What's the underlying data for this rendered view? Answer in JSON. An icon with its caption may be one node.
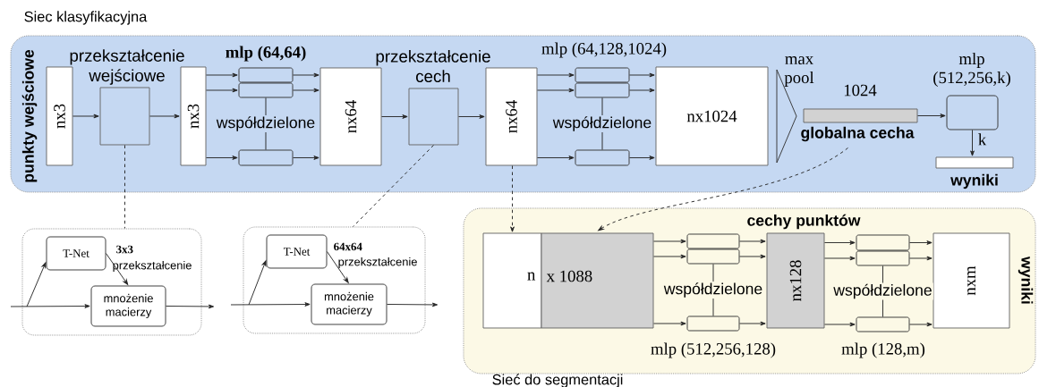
{
  "diagram": {
    "nodes": [
      {
        "text": [
          "Siec klasyfikacyjna",
          "punkty wejściowe"
        ]
      },
      {
        "text": [
          "nx3"
        ],
        "in": 0
      },
      {
        "text": [
          "przekształcenie wejściowe"
        ],
        "in": 0
      },
      {
        "text": [
          "nx3"
        ],
        "in": 0
      },
      {
        "text": [],
        "shape": "box",
        "in": 0,
        "beside": [
          "mlp (64,64)"
        ]
      },
      {
        "text": [],
        "shape": "box",
        "in": 0
      },
      {
        "text": [],
        "shape": "box",
        "in": 0
      },
      {
        "text": [
          "nx64"
        ],
        "in": 0
      },
      {
        "text": [
          "przekształcenie cech"
        ],
        "in": 0
      },
      {
        "text": [
          "nx64"
        ],
        "in": 0
      },
      {
        "text": [],
        "shape": "box",
        "in": 0,
        "beside": [
          "mlp (64,128,1024)"
        ]
      },
      {
        "text": [],
        "shape": "box",
        "in": 0
      },
      {
        "text": [],
        "shape": "box",
        "in": 0
      },
      {
        "text": [
          "nx1024"
        ],
        "in": 0
      },
      {
        "text": [],
        "shape": "triangle",
        "in": 0,
        "beside": [
          "max pool"
        ]
      },
      {
        "text": [
          "1024",
          "globalna cecha"
        ],
        "in": 0
      },
      {
        "text": [
          "mlp (512,256,k)"
        ],
        "in": 0
      },
      {
        "text": [
          "wyniki"
        ],
        "in": 0
      },
      {
        "text": [],
        "shape": "box"
      },
      {
        "text": [
          "T-Net"
        ],
        "in": 18,
        "beside": [
          "3x3",
          "przekształcenie"
        ]
      },
      {
        "text": [
          "mnożenie macierzy"
        ],
        "in": 18
      },
      {
        "text": [],
        "shape": "box"
      },
      {
        "text": [
          "T-Net"
        ],
        "in": 21,
        "beside": [
          "64x64",
          "przekształcenie"
        ]
      },
      {
        "text": [
          "mnożenie macierzy"
        ],
        "in": 21
      },
      {
        "text": [
          "Sieć do segmentacji",
          "wyniki"
        ]
      },
      {
        "text": [
          "n"
        ],
        "in": 24
      },
      {
        "text": [
          "x 1088"
        ],
        "in": 24
      },
      {
        "text": [],
        "shape": "box",
        "in": 24
      },
      {
        "text": [],
        "shape": "box",
        "in": 24
      },
      {
        "text": [],
        "shape": "box",
        "in": 24,
        "beside": [
          "mlp (512,256,128)"
        ]
      },
      {
        "text": [
          "cechy punktów",
          "nx128"
        ],
        "in": 24
      },
      {
        "text": [],
        "shape": "box",
        "in": 24
      },
      {
        "text": [],
        "shape": "box",
        "in": 24
      },
      {
        "text": [],
        "shape": "box",
        "in": 24,
        "beside": [
          "mlp (128,m)"
        ]
      },
      {
        "text": [
          "nxm"
        ],
        "in": 24
      }
    ],
    "edges": [
      {
        "from": 1,
        "to": 2,
        "arrow": "to"
      },
      {
        "from": 2,
        "to": 3,
        "arrow": "to"
      },
      {
        "from": 3,
        "to": 4,
        "arrow": "to"
      },
      {
        "from": 3,
        "to": 5,
        "arrow": "to"
      },
      {
        "from": 3,
        "to": 6,
        "arrow": "to"
      },
      {
        "from": 4,
        "to": 7,
        "arrow": "to"
      },
      {
        "from": 5,
        "to": 7,
        "arrow": "to"
      },
      {
        "from": 6,
        "to": 7,
        "arrow": "to"
      },
      {
        "from": 5,
        "to": 6,
        "arrow": "none",
        "label": "współdzielone"
      },
      {
        "from": 7,
        "to": 8,
        "arrow": "to"
      },
      {
        "from": 8,
        "to": 9,
        "arrow": "to"
      },
      {
        "from": 9,
        "to": 10,
        "arrow": "to"
      },
      {
        "from": 9,
        "to": 11,
        "arrow": "to"
      },
      {
        "from": 9,
        "to": 12,
        "arrow": "to"
      },
      {
        "from": 10,
        "to": 13,
        "arrow": "to"
      },
      {
        "from": 11,
        "to": 13,
        "arrow": "to"
      },
      {
        "from": 12,
        "to": 13,
        "arrow": "to"
      },
      {
        "from": 11,
        "to": 12,
        "arrow": "none",
        "label": "współdzielone"
      },
      {
        "from": 15,
        "to": 16,
        "arrow": "to"
      },
      {
        "from": 16,
        "to": 17,
        "arrow": "to",
        "label": "k"
      },
      {
        "from": 2,
        "to": 18,
        "arrow": "none",
        "style": "dashed"
      },
      {
        "from": null,
        "to": 20,
        "arrow": "to"
      },
      {
        "from": null,
        "to": 19,
        "arrow": "to"
      },
      {
        "from": 19,
        "to": 20,
        "arrow": "to"
      },
      {
        "from": 20,
        "to": null,
        "arrow": "to"
      },
      {
        "from": 8,
        "to": 21,
        "arrow": "none",
        "style": "dashed"
      },
      {
        "from": null,
        "to": 23,
        "arrow": "to"
      },
      {
        "from": null,
        "to": 22,
        "arrow": "to"
      },
      {
        "from": 22,
        "to": 23,
        "arrow": "to"
      },
      {
        "from": 23,
        "to": null,
        "arrow": "to"
      },
      {
        "from": 9,
        "to": 25,
        "arrow": "to",
        "style": "dashed"
      },
      {
        "from": 15,
        "to": 26,
        "arrow": "to",
        "style": "dashed"
      },
      {
        "from": 26,
        "to": 27,
        "arrow": "to"
      },
      {
        "from": 26,
        "to": 28,
        "arrow": "to"
      },
      {
        "from": 26,
        "to": 29,
        "arrow": "to"
      },
      {
        "from": 27,
        "to": 30,
        "arrow": "to"
      },
      {
        "from": 28,
        "to": 30,
        "arrow": "to"
      },
      {
        "from": 29,
        "to": 30,
        "arrow": "to"
      },
      {
        "from": 28,
        "to": 29,
        "arrow": "none",
        "label": "współdzielone"
      },
      {
        "from": 30,
        "to": 31,
        "arrow": "to"
      },
      {
        "from": 30,
        "to": 32,
        "arrow": "to"
      },
      {
        "from": 30,
        "to": 33,
        "arrow": "to"
      },
      {
        "from": 31,
        "to": 34,
        "arrow": "to"
      },
      {
        "from": 32,
        "to": 34,
        "arrow": "to"
      },
      {
        "from": 33,
        "to": 34,
        "arrow": "to"
      },
      {
        "from": 32,
        "to": 33,
        "arrow": "none",
        "label": "współdzielone"
      }
    ]
  }
}
